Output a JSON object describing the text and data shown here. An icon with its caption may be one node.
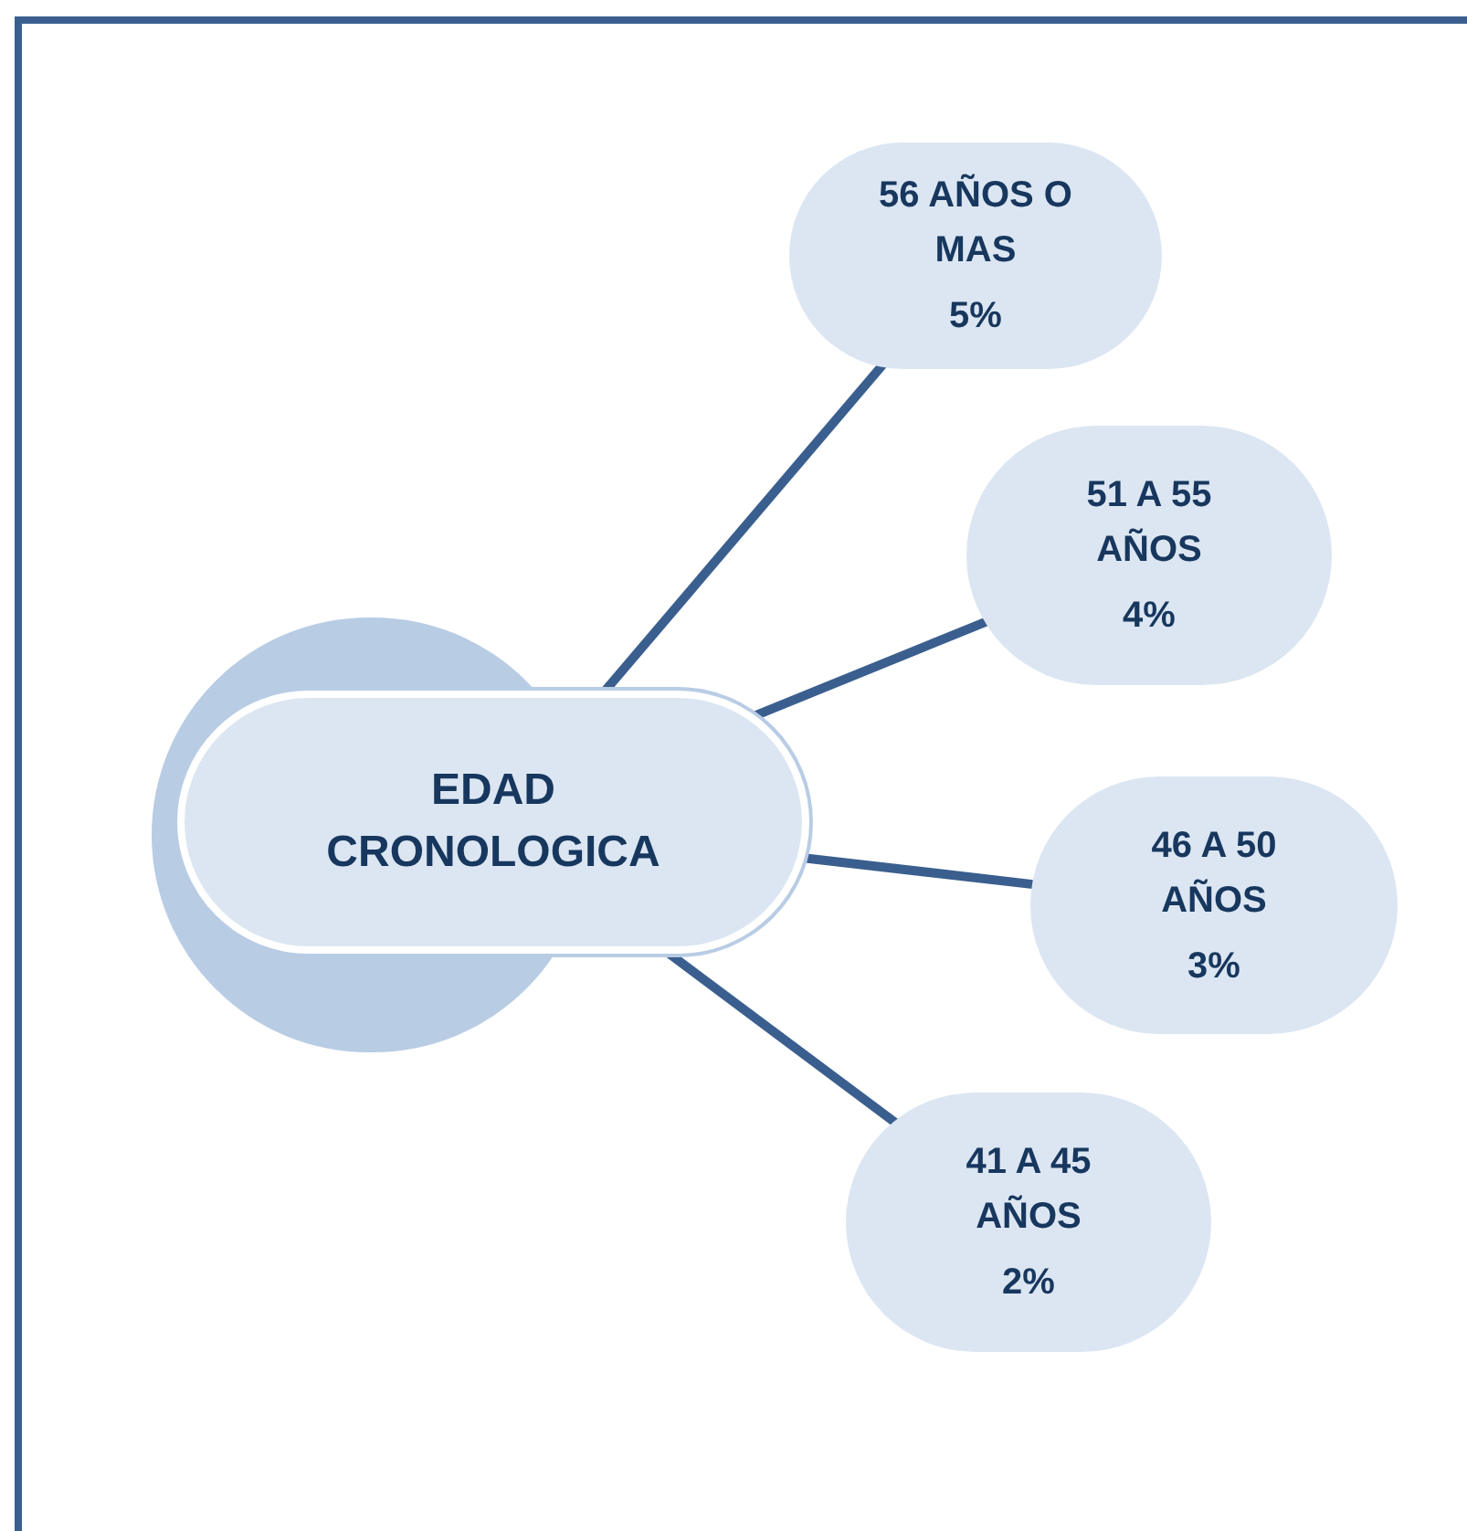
{
  "diagram": {
    "nodes": [
      {
        "text": [
          "EDAD CRONOLOGICA"
        ]
      },
      {
        "text": [
          "56 AÑOS O MAS",
          "5%"
        ]
      },
      {
        "text": [
          "51 A 55 AÑOS",
          "4%"
        ]
      },
      {
        "text": [
          "46 A 50 AÑOS",
          "3%"
        ]
      },
      {
        "text": [
          "41 A 45 AÑOS",
          "2%"
        ]
      }
    ],
    "edges": [
      {
        "from": 0,
        "to": 1,
        "arrow": "none"
      },
      {
        "from": 0,
        "to": 2,
        "arrow": "none"
      },
      {
        "from": 0,
        "to": 3,
        "arrow": "none"
      },
      {
        "from": 0,
        "to": 4,
        "arrow": "none"
      }
    ]
  }
}
